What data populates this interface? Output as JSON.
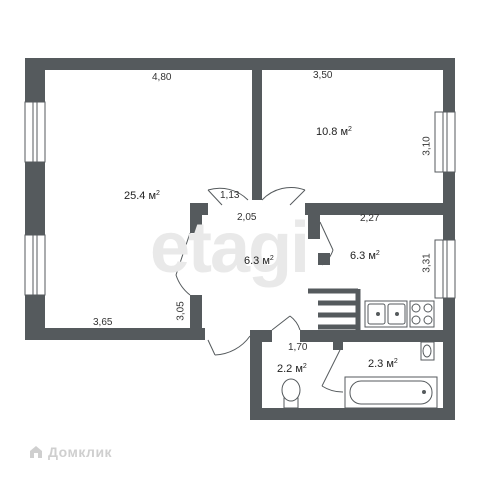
{
  "watermark": "etagi",
  "brand": "Домклик",
  "dimensions": {
    "room1_top": "4,80",
    "room2_top": "3,50",
    "room2_right": "3,10",
    "hall_top_a": "1,13",
    "hall_top_b": "2,05",
    "kitchen_top": "2,27",
    "kitchen_right": "3,31",
    "room1_bottom": "3,65",
    "hall_left": "3,05",
    "wc_top": "1,70"
  },
  "rooms": {
    "living": "25.4 м",
    "bedroom": "10.8 м",
    "hall": "6.3 м",
    "kitchen": "6.3 м",
    "wc": "2.2 м",
    "bath": "2.3 м",
    "unit_sup": "2"
  }
}
